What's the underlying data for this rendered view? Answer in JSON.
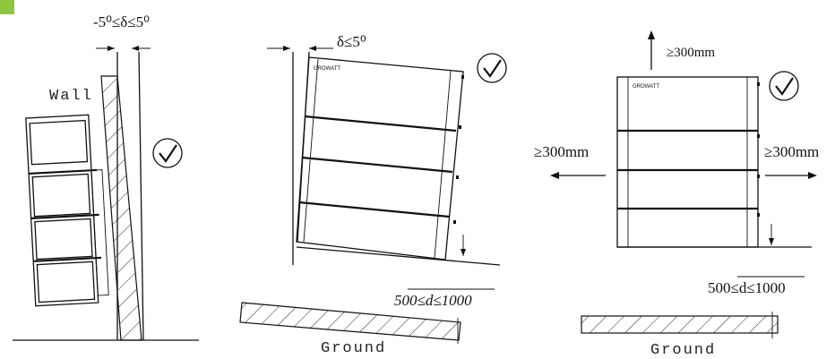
{
  "accent_color": "#8dc63f",
  "panel_left": {
    "angle_label": "-5⁰≤δ≤5⁰",
    "wall_label": "Wall",
    "check_icon": "check-circle-icon"
  },
  "panel_middle": {
    "delta_label": "δ≤5⁰",
    "distance_label": "500≤d≤1000",
    "ground_label": "Ground",
    "check_icon": "check-circle-icon"
  },
  "panel_right": {
    "top_clearance": "≥300mm",
    "left_clearance": "≥300mm",
    "right_clearance": "≥300mm",
    "distance_label": "500≤d≤1000",
    "ground_label": "Ground",
    "check_icon": "check-circle-icon"
  }
}
